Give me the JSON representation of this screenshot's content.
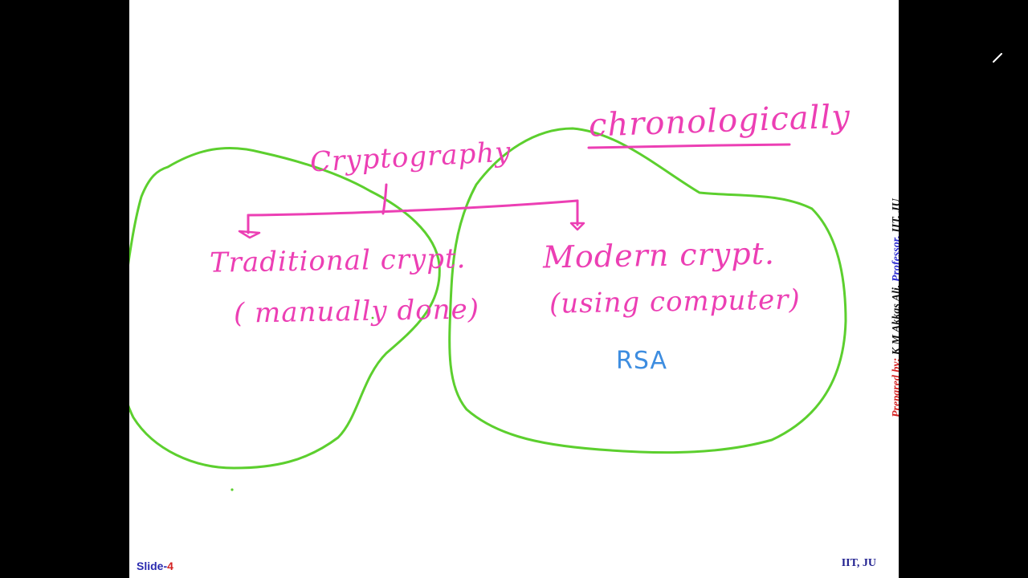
{
  "diagram": {
    "root": "Cryptography",
    "heading": "chronologically",
    "traditional": {
      "title": "Traditional crypt.",
      "note": "( manually done)"
    },
    "modern": {
      "title": "Modern crypt.",
      "note": "(using computer)",
      "example": "RSA"
    }
  },
  "footer": {
    "slide_label": "Slide-",
    "slide_number": "4",
    "institution": "IIT, JU"
  },
  "credit": {
    "label": "Prepared by:",
    "name": " K M Akkas Ali,",
    "title": " Professor,",
    "affiliation": " IIT, JU"
  },
  "colors": {
    "ink_pink": "#ec3fb4",
    "ink_green": "#5ccf2e",
    "ink_blue": "#3d8de0",
    "footer_blue": "#2b2bb0",
    "footer_red": "#d42222",
    "background": "#ffffff",
    "frame": "#000000"
  },
  "icons": {
    "cursor": "pen-cursor-icon"
  }
}
